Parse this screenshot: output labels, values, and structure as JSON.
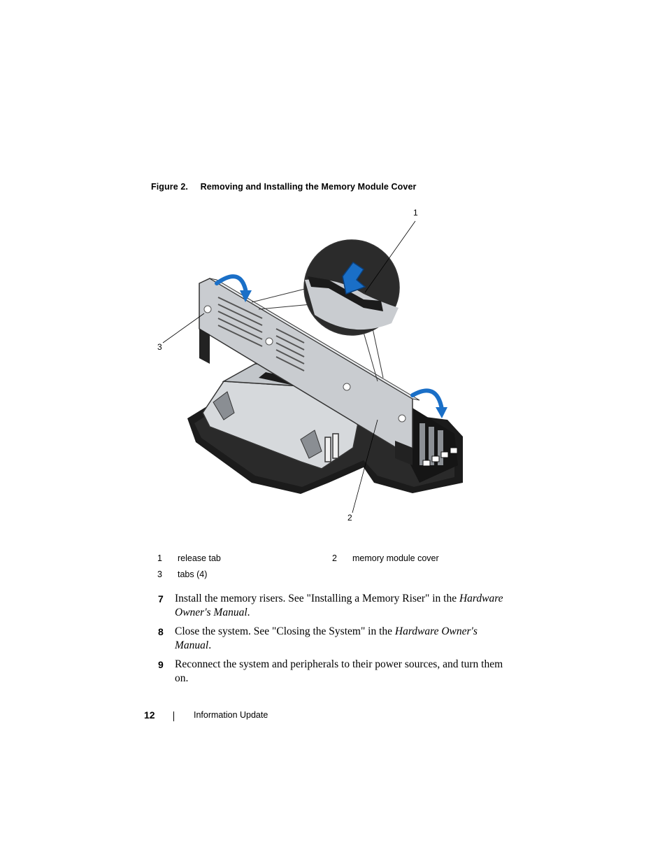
{
  "figure": {
    "label": "Figure  2.",
    "title": "Removing and Installing the Memory Module Cover",
    "callouts": [
      "1",
      "2",
      "3"
    ]
  },
  "legend": [
    {
      "num": "1",
      "text": "release tab"
    },
    {
      "num": "2",
      "text": "memory module cover"
    },
    {
      "num": "3",
      "text": "tabs (4)"
    }
  ],
  "steps": [
    {
      "num": "7",
      "text": "Install the memory risers. See \"Installing a Memory Riser\" in the ",
      "ref": "Hardware Owner's Manual",
      "end": "."
    },
    {
      "num": "8",
      "text": "Close the system. See \"Closing the System\" in the ",
      "ref": "Hardware Owner's Manual",
      "end": "."
    },
    {
      "num": "9",
      "text": "Reconnect the system and peripherals to their power sources, and turn them on.",
      "ref": "",
      "end": ""
    }
  ],
  "footer": {
    "page_number": "12",
    "section": "Information Update"
  },
  "colors": {
    "arrow_blue": "#1a6fc7",
    "cover_grey": "#c4c8cc",
    "dark": "#1b1b1b"
  }
}
